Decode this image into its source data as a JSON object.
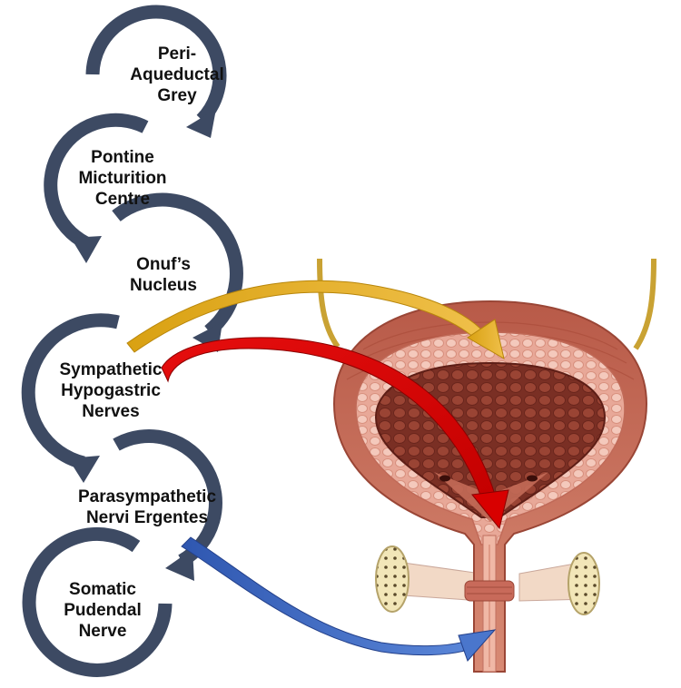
{
  "nodes": [
    {
      "id": "pag",
      "lines": [
        "Peri-",
        "Aqueductal",
        "Grey"
      ]
    },
    {
      "id": "pmc",
      "lines": [
        "Pontine",
        "Micturition",
        "Centre"
      ]
    },
    {
      "id": "onuf",
      "lines": [
        "Onuf’s",
        "Nucleus"
      ]
    },
    {
      "id": "sym",
      "lines": [
        "Sympathetic",
        "Hypogastric",
        "Nerves"
      ]
    },
    {
      "id": "para",
      "lines": [
        "Parasympathetic",
        "Nervi Ergentes"
      ]
    },
    {
      "id": "som",
      "lines": [
        "Somatic",
        "Pudendal",
        "Nerve"
      ]
    }
  ],
  "colors": {
    "loop": "#3d4a63",
    "onuf_arrow": "#d4a017",
    "sympathetic_arrow": "#e01414",
    "somatic_arrow": "#3a63b8",
    "bladder_muscle": "#c96a56",
    "bladder_inner": "#8a3a2c",
    "ureter": "#c9a233"
  }
}
